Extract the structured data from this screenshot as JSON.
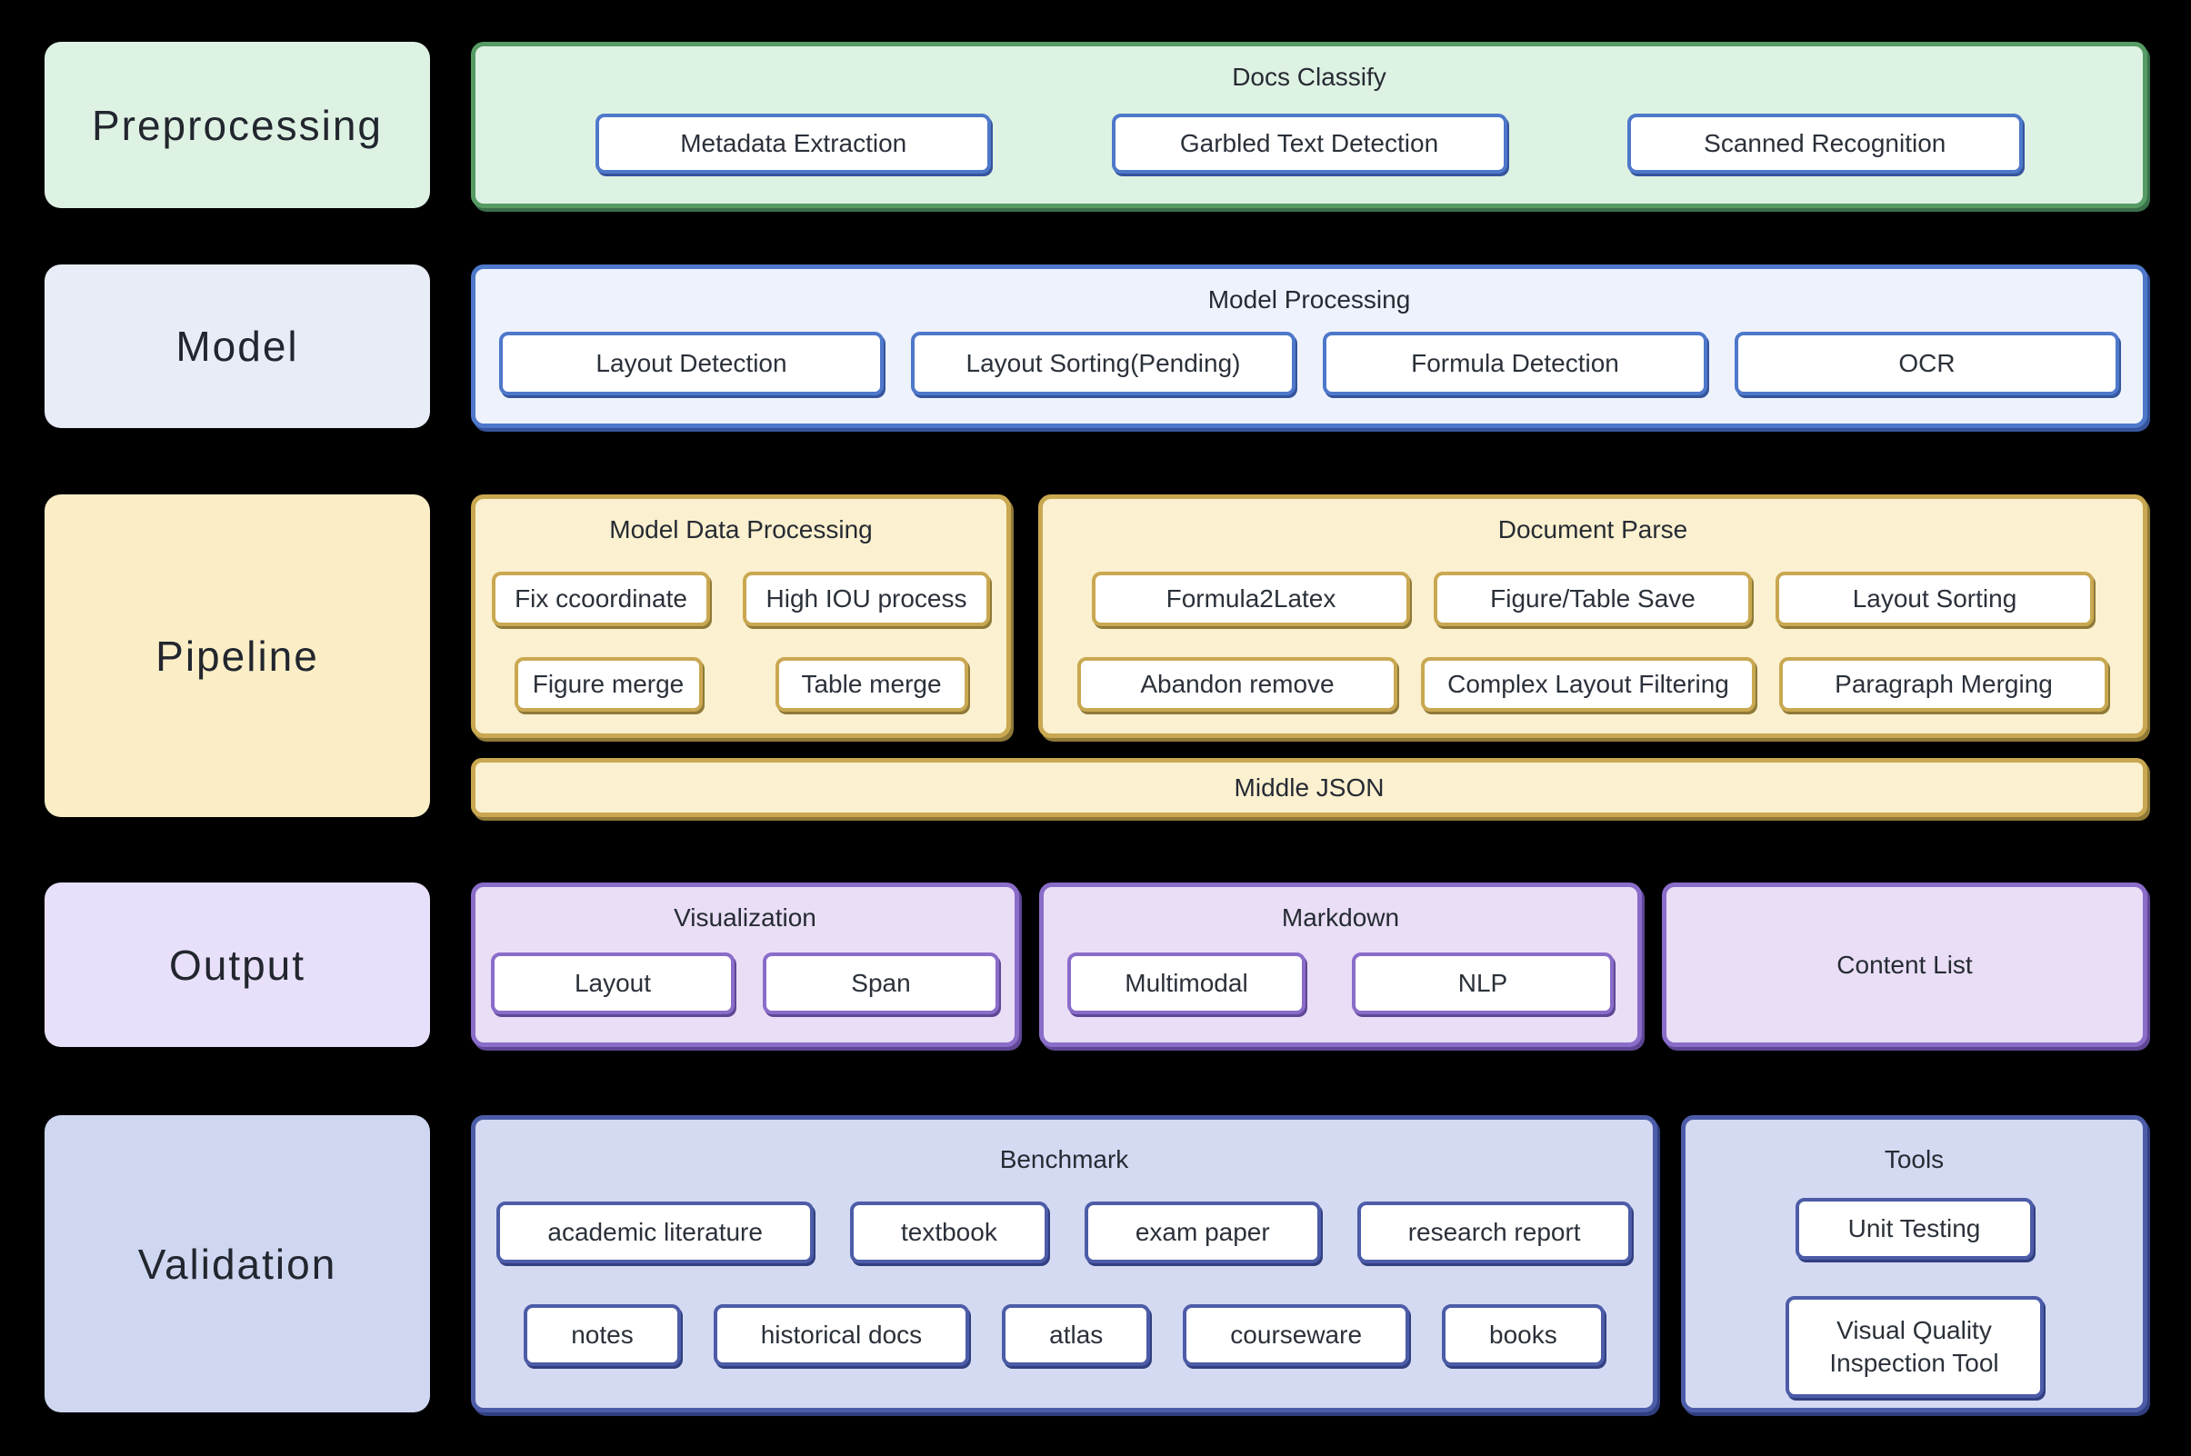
{
  "stages": {
    "preprocessing": {
      "label": "Preprocessing",
      "docs_classify": {
        "title": "Docs Classify",
        "nodes": [
          "Metadata Extraction",
          "Garbled Text Detection",
          "Scanned Recognition"
        ]
      }
    },
    "model": {
      "label": "Model",
      "model_processing": {
        "title": "Model Processing",
        "nodes": [
          "Layout Detection",
          "Layout Sorting(Pending)",
          "Formula Detection",
          "OCR"
        ]
      }
    },
    "pipeline": {
      "label": "Pipeline",
      "model_data_processing": {
        "title": "Model Data Processing",
        "row1": [
          "Fix ccoordinate",
          "High IOU process"
        ],
        "row2": [
          "Figure merge",
          "Table merge"
        ]
      },
      "document_parse": {
        "title": "Document Parse",
        "row1": [
          "Formula2Latex",
          "Figure/Table Save",
          "Layout Sorting"
        ],
        "row2": [
          "Abandon remove",
          "Complex Layout Filtering",
          "Paragraph Merging"
        ]
      },
      "middle_json": {
        "title": "Middle JSON"
      }
    },
    "output": {
      "label": "Output",
      "visualization": {
        "title": "Visualization",
        "nodes": [
          "Layout",
          "Span"
        ]
      },
      "markdown": {
        "title": "Markdown",
        "nodes": [
          "Multimodal",
          "NLP"
        ]
      },
      "content_list": {
        "title": "Content List"
      }
    },
    "validation": {
      "label": "Validation",
      "benchmark": {
        "title": "Benchmark",
        "row1": [
          "academic literature",
          "textbook",
          "exam paper",
          "research report"
        ],
        "row2": [
          "notes",
          "historical docs",
          "atlas",
          "courseware",
          "books"
        ]
      },
      "tools": {
        "title": "Tools",
        "nodes": [
          "Unit Testing",
          "Visual Quality Inspection Tool"
        ]
      }
    }
  },
  "colors": {
    "background": "#000000",
    "node_fill": "#ffffff",
    "text": "#262b33",
    "green_fill": "#def2e3",
    "green_border": "#569b63",
    "blue_fill": "#edf2fc",
    "blue_border": "#4e78ca",
    "gold_fill": "#fbf0cf",
    "gold_border": "#c9a851",
    "purple_fill": "#e9def6",
    "purple_border": "#8a6cc9",
    "periwinkle_fill": "#d3daf2",
    "periwinkle_border": "#4d5ca8"
  }
}
